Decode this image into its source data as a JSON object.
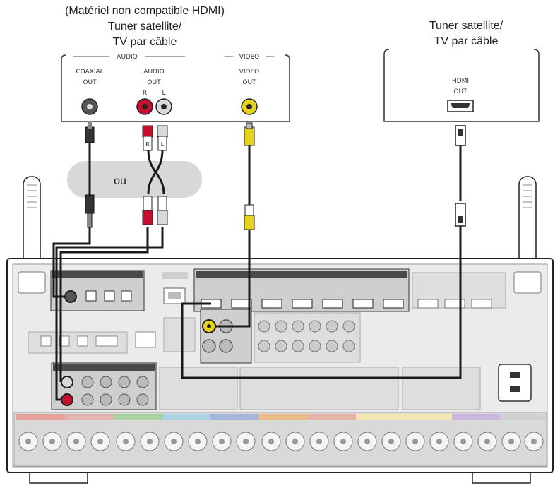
{
  "left_device": {
    "note": "(Matériel non compatible HDMI)",
    "name_line1": "Tuner satellite/",
    "name_line2": "TV par câble",
    "audio_section": "AUDIO",
    "video_section": "VIDEO",
    "coaxial_label1": "COAXIAL",
    "coaxial_label2": "OUT",
    "audio_label1": "AUDIO",
    "audio_label2": "OUT",
    "r_label": "R",
    "l_label": "L",
    "video_label1": "VIDEO",
    "video_label2": "OUT"
  },
  "right_device": {
    "name_line1": "Tuner satellite/",
    "name_line2": "TV par câble",
    "hdmi_label1": "HDMI",
    "hdmi_label2": "OUT"
  },
  "or_label": "ou",
  "cable_plug_labels": {
    "r": "R",
    "l": "L"
  },
  "colors": {
    "coaxial": "#555555",
    "audio_r": "#c8102e",
    "audio_l": "#d9d9d9",
    "video": "#e6d21a",
    "cable": "#1a1a1a",
    "receiver_bg": "#ebebeb",
    "panel_dark": "#4a4a4a"
  }
}
